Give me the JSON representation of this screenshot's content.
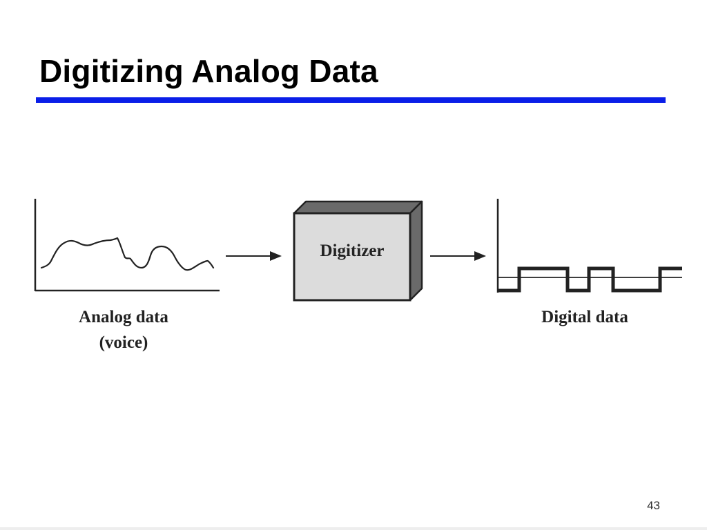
{
  "slide": {
    "title": "Digitizing Analog Data",
    "page_number": "43",
    "accent_color": "#0a1ee8"
  },
  "diagram": {
    "analog_label_line1": "Analog data",
    "analog_label_line2": "(voice)",
    "digitizer_label": "Digitizer",
    "digital_label": "Digital data",
    "digitizer_fill": "#dcdcdc",
    "digitizer_side_fill": "#6a6a6a"
  }
}
